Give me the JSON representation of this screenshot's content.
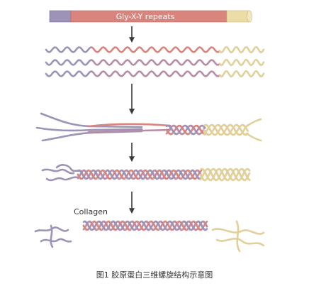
{
  "colors": {
    "purple": "#9d93b8",
    "salmon": "#d9857e",
    "mauve": "#b98ca6",
    "tan": "#e2cf9a",
    "arrow": "#3a3a3a"
  },
  "figure": {
    "bar_label": "Gly-X-Y repeats",
    "collagen_label": "Collagen",
    "caption": "图1 胶原蛋白三维螺旋结构示意图"
  }
}
